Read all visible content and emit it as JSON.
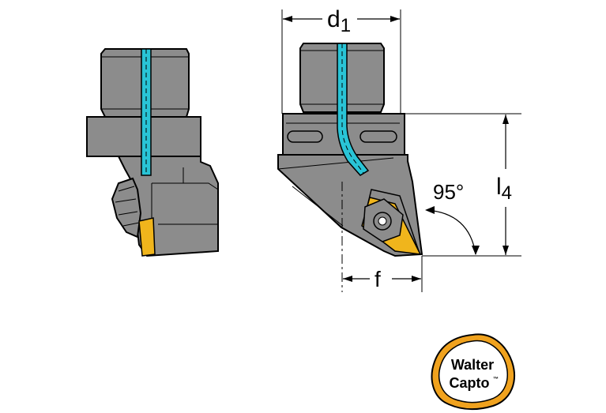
{
  "dimensions": {
    "d1": {
      "main": "d",
      "sub": "1"
    },
    "l4": {
      "main": "l",
      "sub": "4"
    },
    "f": "f",
    "angle": "95°"
  },
  "logo": {
    "line1": "Walter",
    "line2": "Capto",
    "mark": "™"
  },
  "colors": {
    "body_gray": "#8c8c8c",
    "coolant_cyan": "#29c4d6",
    "insert_gold": "#f0b51c",
    "logo_ring": "#f0a21e"
  }
}
